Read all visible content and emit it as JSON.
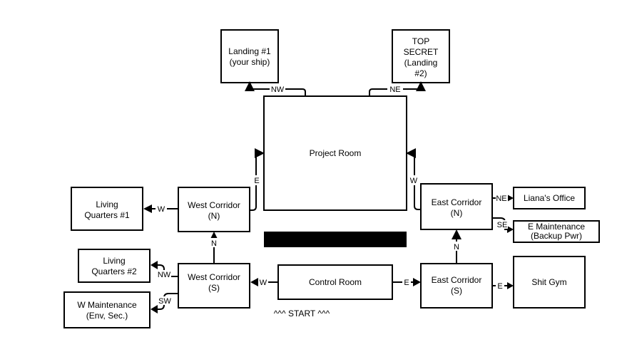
{
  "rooms": {
    "landing1": {
      "line1": "Landing #1",
      "line2": "(your ship)"
    },
    "top_secret": {
      "line1": "TOP",
      "line2": "SECRET",
      "line3": "(Landing",
      "line4": "#2)"
    },
    "project_room": {
      "label": "Project Room"
    },
    "living1": {
      "line1": "Living",
      "line2": "Quarters #1"
    },
    "west_corridor_n": {
      "line1": "West Corridor",
      "line2": "(N)"
    },
    "east_corridor_n": {
      "line1": "East Corridor",
      "line2": "(N)"
    },
    "lianas_office": {
      "label": "Liana's Office"
    },
    "e_maintenance": {
      "line1": "E Maintenance",
      "line2": "(Backup Pwr)"
    },
    "living2": {
      "line1": "Living",
      "line2": "Quarters #2"
    },
    "west_corridor_s": {
      "line1": "West Corridor",
      "line2": "(S)"
    },
    "control_room": {
      "label": "Control Room"
    },
    "east_corridor_s": {
      "line1": "East Corridor",
      "line2": "(S)"
    },
    "shit_gym": {
      "label": "Shit Gym"
    },
    "w_maintenance": {
      "line1": "W Maintenance",
      "line2": "(Env, Sec.)"
    }
  },
  "exits": {
    "nw_to_landing1": "NW",
    "ne_to_top_secret": "NE",
    "e_to_project": "E",
    "w_to_project": "W",
    "w_to_living1": "W",
    "n_to_west_n": "N",
    "ne_to_lianas": "NE",
    "se_to_emaint": "SE",
    "nw_to_living2": "NW",
    "sw_to_wmaint": "SW",
    "w_to_west_s": "W",
    "e_to_east_s": "E",
    "n_to_east_n": "N",
    "e_to_gym": "E"
  },
  "start_label": "^^^ START ^^^",
  "colors": {
    "stroke": "#000000",
    "fill": "#ffffff",
    "redacted": "#000000"
  }
}
